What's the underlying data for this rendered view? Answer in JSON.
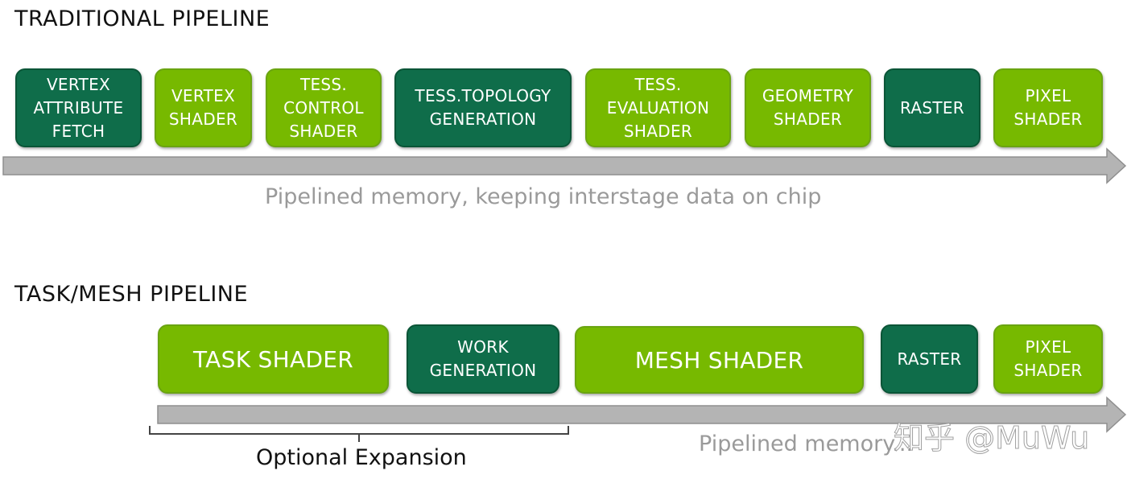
{
  "traditional": {
    "title": "TRADITIONAL PIPELINE",
    "stages": [
      {
        "lines": [
          "VERTEX",
          "ATTRIBUTE",
          "FETCH"
        ],
        "style": "dark"
      },
      {
        "lines": [
          "VERTEX",
          "SHADER"
        ],
        "style": "light"
      },
      {
        "lines": [
          "TESS.",
          "CONTROL",
          "SHADER"
        ],
        "style": "light"
      },
      {
        "lines": [
          "TESS.TOPOLOGY",
          "GENERATION"
        ],
        "style": "dark"
      },
      {
        "lines": [
          "TESS.",
          "EVALUATION",
          "SHADER"
        ],
        "style": "light"
      },
      {
        "lines": [
          "GEOMETRY",
          "SHADER"
        ],
        "style": "light"
      },
      {
        "lines": [
          "RASTER"
        ],
        "style": "dark"
      },
      {
        "lines": [
          "PIXEL",
          "SHADER"
        ],
        "style": "light"
      }
    ],
    "note": "Pipelined memory, keeping interstage data on chip"
  },
  "mesh": {
    "title": "TASK/MESH PIPELINE",
    "stages": [
      {
        "lines": [
          "TASK SHADER"
        ],
        "style": "light"
      },
      {
        "lines": [
          "WORK",
          "GENERATION"
        ],
        "style": "dark"
      },
      {
        "lines": [
          "MESH SHADER"
        ],
        "style": "light"
      },
      {
        "lines": [
          "RASTER"
        ],
        "style": "dark"
      },
      {
        "lines": [
          "PIXEL",
          "SHADER"
        ],
        "style": "light"
      }
    ],
    "bracket_label": "Optional Expansion",
    "note": "Pipelined memory..."
  },
  "watermark": "知乎 @MuWu",
  "colors": {
    "dark_green": "#0f6d4a",
    "light_green": "#77b900",
    "arrow_gray": "#b4b4b4",
    "note_gray": "#9a9a9a"
  }
}
